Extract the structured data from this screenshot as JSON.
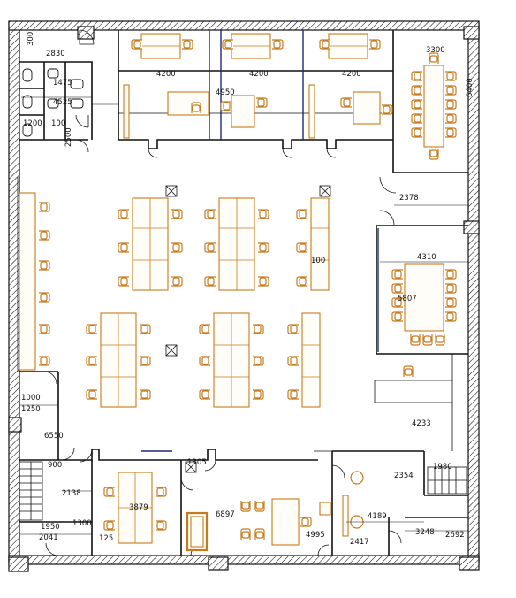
{
  "plan": {
    "colors": {
      "wall": "#111111",
      "furniture": "#c77a1c",
      "glass": "#1c2a7a"
    },
    "dimensions": {
      "d300": "300",
      "d2830": "2830",
      "d1475": "1475",
      "d4525": "4525",
      "d1200": "1200",
      "d100a": "100",
      "d2500": "2500",
      "d4200a": "4200",
      "d4200b": "4200",
      "d4200c": "4200",
      "d4950": "4950",
      "d3300": "3300",
      "d6400": "6400",
      "d2378": "2378",
      "d4310": "4310",
      "d5807": "5807",
      "d100b": "100",
      "d1000": "1000",
      "d1250": "1250",
      "d6550": "6550",
      "d4233": "4233",
      "d1980": "1980",
      "d1305": "1305",
      "d2354": "2354",
      "d900": "900",
      "d2138": "2138",
      "d3879": "3879",
      "d4189": "4189",
      "d6897": "6897",
      "d4995": "4995",
      "d1950": "1950",
      "d1300": "1300",
      "d2041": "2041",
      "d125": "125",
      "d2417": "2417",
      "d3248": "3248",
      "d2692": "2692"
    }
  }
}
